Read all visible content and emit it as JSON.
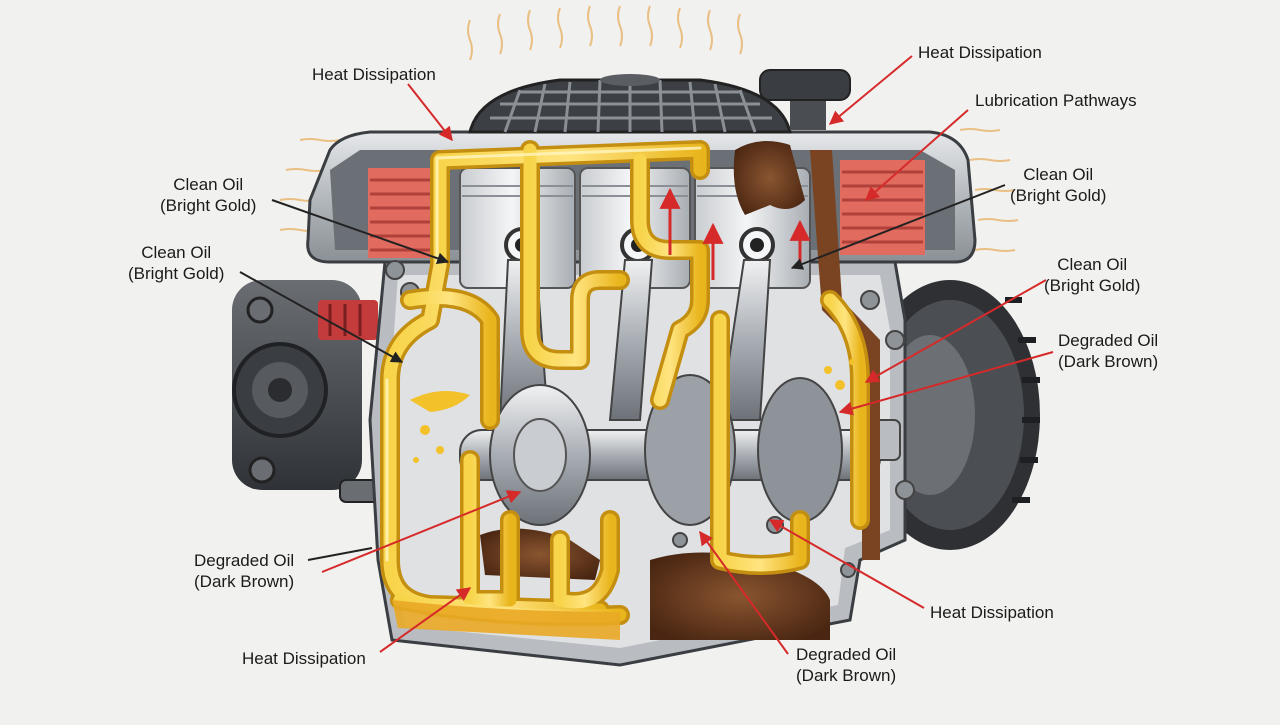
{
  "colors": {
    "background": "#f1f1ef",
    "clean_oil": "#f3c12a",
    "degraded_oil": "#6b3a1e",
    "heat_arrow": "#d62a2a",
    "leader_line": "#222222",
    "engine_block": "#9aa0a6",
    "engine_dark": "#4a4d52",
    "heat_fins": "#e2685a"
  },
  "labels": [
    {
      "id": "heat-dissipation-top-left",
      "lines": [
        "Heat Dissipation"
      ]
    },
    {
      "id": "heat-dissipation-top-right",
      "lines": [
        "Heat Dissipation"
      ]
    },
    {
      "id": "lubrication-pathways",
      "lines": [
        "Lubrication Pathways"
      ]
    },
    {
      "id": "clean-oil-left-1",
      "lines": [
        "Clean Oil",
        "(Bright Gold)"
      ]
    },
    {
      "id": "clean-oil-left-2",
      "lines": [
        "Clean Oil",
        "(Bright Gold)"
      ]
    },
    {
      "id": "clean-oil-right-1",
      "lines": [
        "Clean Oil",
        "(Bright Gold)"
      ]
    },
    {
      "id": "clean-oil-right-2",
      "lines": [
        "Clean Oil",
        "(Bright Gold)"
      ]
    },
    {
      "id": "degraded-oil-right",
      "lines": [
        "Degraded Oil",
        "(Dark Brown)"
      ]
    },
    {
      "id": "degraded-oil-left",
      "lines": [
        "Degraded Oil",
        "(Dark Brown)"
      ]
    },
    {
      "id": "heat-dissipation-bottom-right",
      "lines": [
        "Heat Dissipation"
      ]
    },
    {
      "id": "heat-dissipation-bottom-left",
      "lines": [
        "Heat Dissipation"
      ]
    },
    {
      "id": "degraded-oil-bottom",
      "lines": [
        "Degraded Oil",
        "(Dark Brown)"
      ]
    }
  ]
}
